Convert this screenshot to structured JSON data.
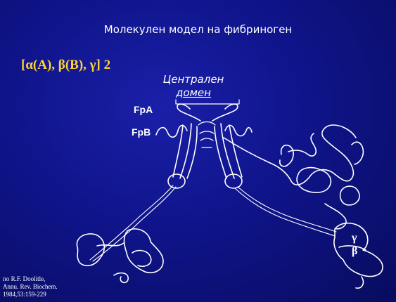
{
  "slide": {
    "title": "Молекулен модел на фибриноген",
    "formula": "[α(A), β(B), γ] 2",
    "central_domain_line1": "Централен",
    "central_domain_line2": "домен",
    "fpa_label": "FpA",
    "fpb_label": "FpB",
    "gamma_label": "γ",
    "beta_label": "β",
    "citation_line1": "по R.F. Doolitle,",
    "citation_line2": "Annu. Rev. Biochem.",
    "citation_line3": "1984,53:159-229"
  },
  "colors": {
    "background": "#0f148a",
    "formula": "#ffd530",
    "text": "#ffffff"
  }
}
